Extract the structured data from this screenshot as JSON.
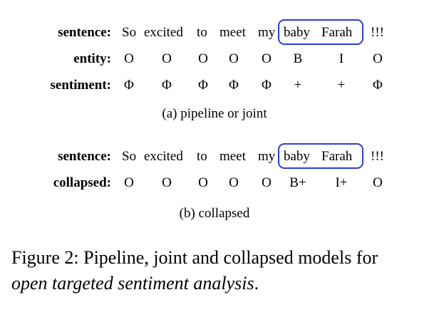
{
  "panel_a": {
    "sentence_label": "sentence:",
    "entity_label": "entity:",
    "sentiment_label": "sentiment:",
    "words": [
      "So",
      "excited",
      "to",
      "meet",
      "my",
      "baby",
      "Farah",
      "!!!"
    ],
    "entity_tags": [
      "O",
      "O",
      "O",
      "O",
      "O",
      "B",
      "I",
      "O"
    ],
    "sentiment_tags": [
      "Φ",
      "Φ",
      "Φ",
      "Φ",
      "Φ",
      "+",
      "+",
      "Φ"
    ],
    "caption": "(a) pipeline or joint"
  },
  "panel_b": {
    "sentence_label": "sentence:",
    "collapsed_label": "collapsed:",
    "words": [
      "So",
      "excited",
      "to",
      "meet",
      "my",
      "baby",
      "Farah",
      "!!!"
    ],
    "collapsed_tags": [
      "O",
      "O",
      "O",
      "O",
      "O",
      "B+",
      "I+",
      "O"
    ],
    "caption": "(b) collapsed"
  },
  "figure_caption": {
    "line1": "Figure 2: Pipeline, joint and collapsed models for",
    "line2_italic": "open targeted sentiment analysis",
    "line2_end": "."
  },
  "colors": {
    "target_box": "#2a3ed8"
  }
}
